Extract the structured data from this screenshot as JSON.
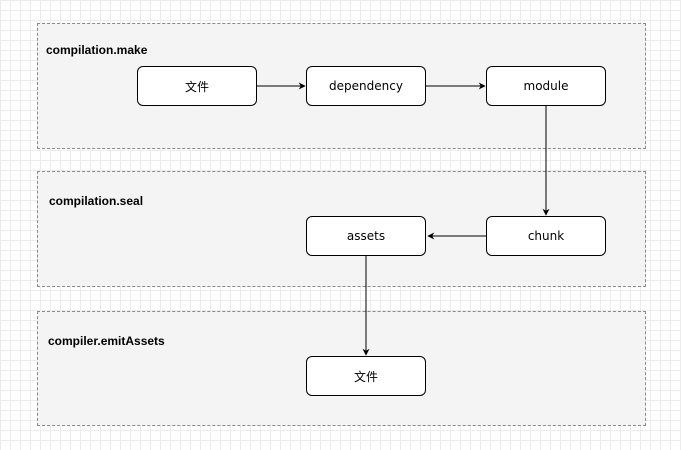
{
  "colors": {
    "group_fill": "#f3f3f3",
    "group_border": "#8a8a8a",
    "node_border": "#000000",
    "edge": "#000000"
  },
  "groups": {
    "make": {
      "label": "compilation.make"
    },
    "seal": {
      "label": "compilation.seal"
    },
    "emit": {
      "label": "compiler.emitAssets"
    }
  },
  "nodes": {
    "file_source": {
      "label": "文件"
    },
    "dependency": {
      "label": "dependency"
    },
    "module": {
      "label": "module"
    },
    "chunk": {
      "label": "chunk"
    },
    "assets": {
      "label": "assets"
    },
    "file_output": {
      "label": "文件"
    }
  }
}
